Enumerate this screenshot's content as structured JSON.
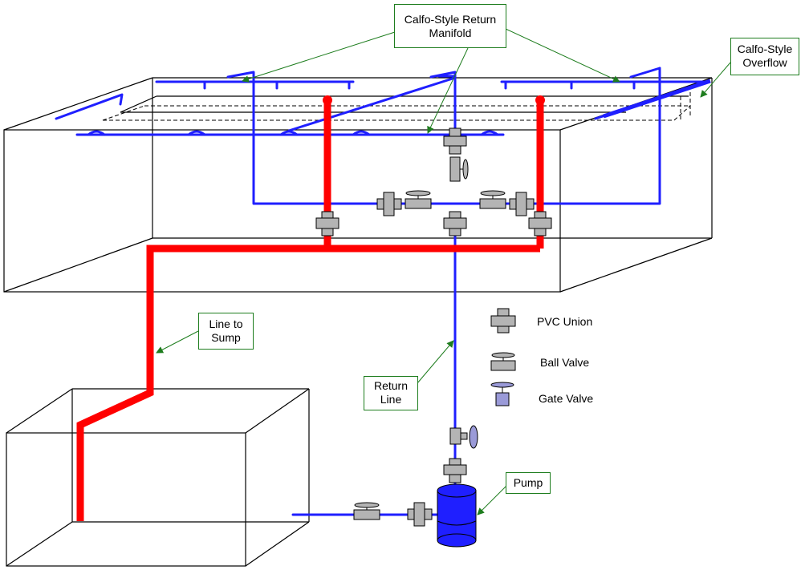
{
  "callouts": {
    "return_manifold": {
      "line1": "Calfo-Style Return",
      "line2": "Manifold"
    },
    "overflow": {
      "line1": "Calfo-Style",
      "line2": "Overflow"
    },
    "line_to_sump": {
      "line1": "Line to",
      "line2": "Sump"
    },
    "return_line": {
      "line1": "Return",
      "line2": "Line"
    },
    "pump": {
      "line1": "Pump"
    }
  },
  "legend": {
    "pvc_union": "PVC Union",
    "ball_valve": "Ball Valve",
    "gate_valve": "Gate Valve"
  },
  "colors": {
    "return_pipe": "#1f1fff",
    "drain_pipe": "#ff0000",
    "fitting": "#b4b4b4",
    "callout_border": "#1e7d1e"
  }
}
